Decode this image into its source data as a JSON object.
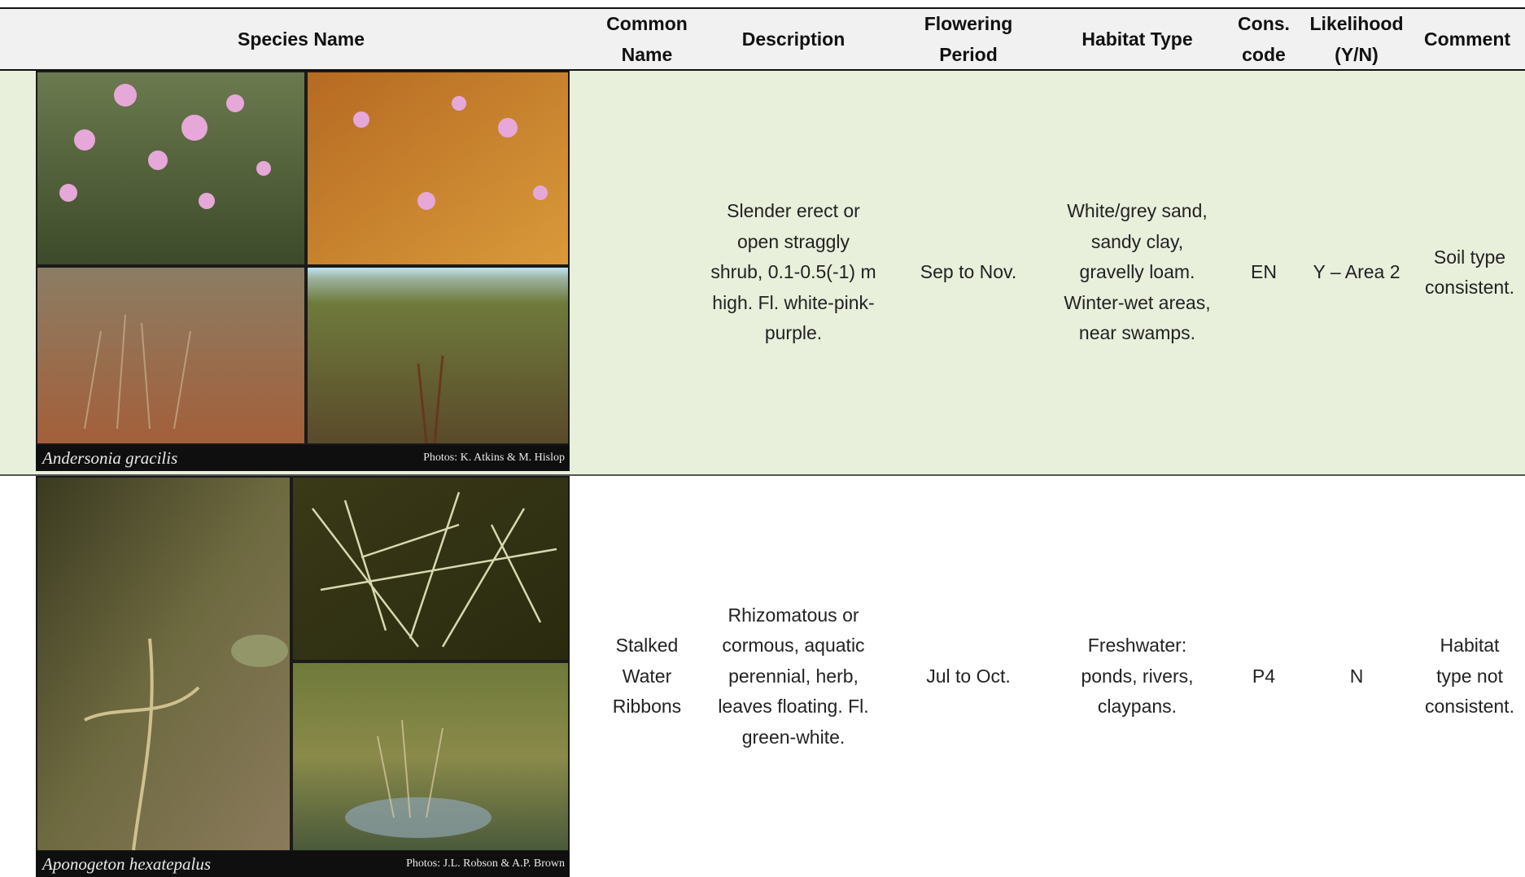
{
  "table": {
    "headers": [
      "Species Name",
      "Common\nName",
      "Description",
      "Flowering\nPeriod",
      "Habitat Type",
      "Cons.\ncode",
      "Likelihood\n(Y/N)",
      "Comment"
    ],
    "rows": [
      {
        "photo_caption": "Andersonia gracilis",
        "photo_credit": "Photos: K. Atkins & M. Hislop",
        "common_name": "",
        "description": "Slender erect or\nopen straggly\nshrub, 0.1-0.5(-1) m\nhigh. Fl. white-pink-\npurple.",
        "flowering_period": "Sep to Nov.",
        "habitat_type": "White/grey sand,\nsandy clay,\ngravelly loam.\nWinter-wet areas,\nnear swamps.",
        "cons_code": "EN",
        "likelihood": "Y – Area 2",
        "comment": "Soil type\nconsistent.",
        "highlight_color": "#e8f0dc"
      },
      {
        "photo_caption": "Aponogeton hexatepalus",
        "photo_credit": "Photos: J.L. Robson & A.P. Brown",
        "common_name": "Stalked\nWater\nRibbons",
        "description": "Rhizomatous or\ncormous, aquatic\nperennial, herb,\nleaves floating. Fl.\ngreen-white.",
        "flowering_period": "Jul to Oct.",
        "habitat_type": "Freshwater:\nponds, rivers,\nclaypans.",
        "cons_code": "P4",
        "likelihood": "N",
        "comment": "Habitat\ntype not\nconsistent.",
        "highlight_color": "#ffffff"
      }
    ]
  }
}
